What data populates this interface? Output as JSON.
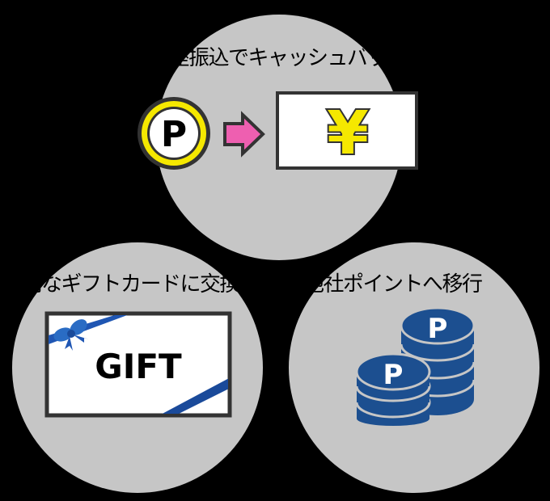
{
  "captions": {
    "cashback": "口座振込でキャッシュバック",
    "giftcard": "便利なギフトカードに交換",
    "points": "他社ポイントへ移行"
  },
  "icons": {
    "point_letter": "P",
    "yen_symbol": "¥",
    "gift_label": "GIFT",
    "coin_letter": "P"
  },
  "colors": {
    "circle": "#c6c6c6",
    "yellow": "#f5e800",
    "pink": "#ee5fb0",
    "coin_blue": "#1c4f90",
    "ribbon": "#1f56b3"
  }
}
